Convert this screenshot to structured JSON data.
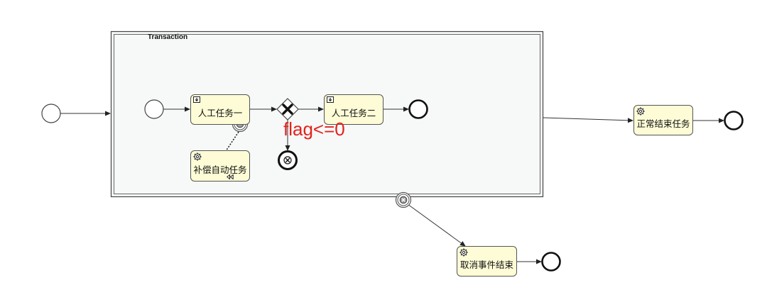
{
  "diagram": {
    "transaction_title": "Transaction",
    "condition_label": "flag<=0",
    "tasks": {
      "user_task_1": "人工任务一",
      "user_task_2": "人工任务二",
      "compensation_task": "补偿自动任务",
      "normal_end_task": "正常结束任务",
      "cancel_end_task": "取消事件结束"
    }
  }
}
